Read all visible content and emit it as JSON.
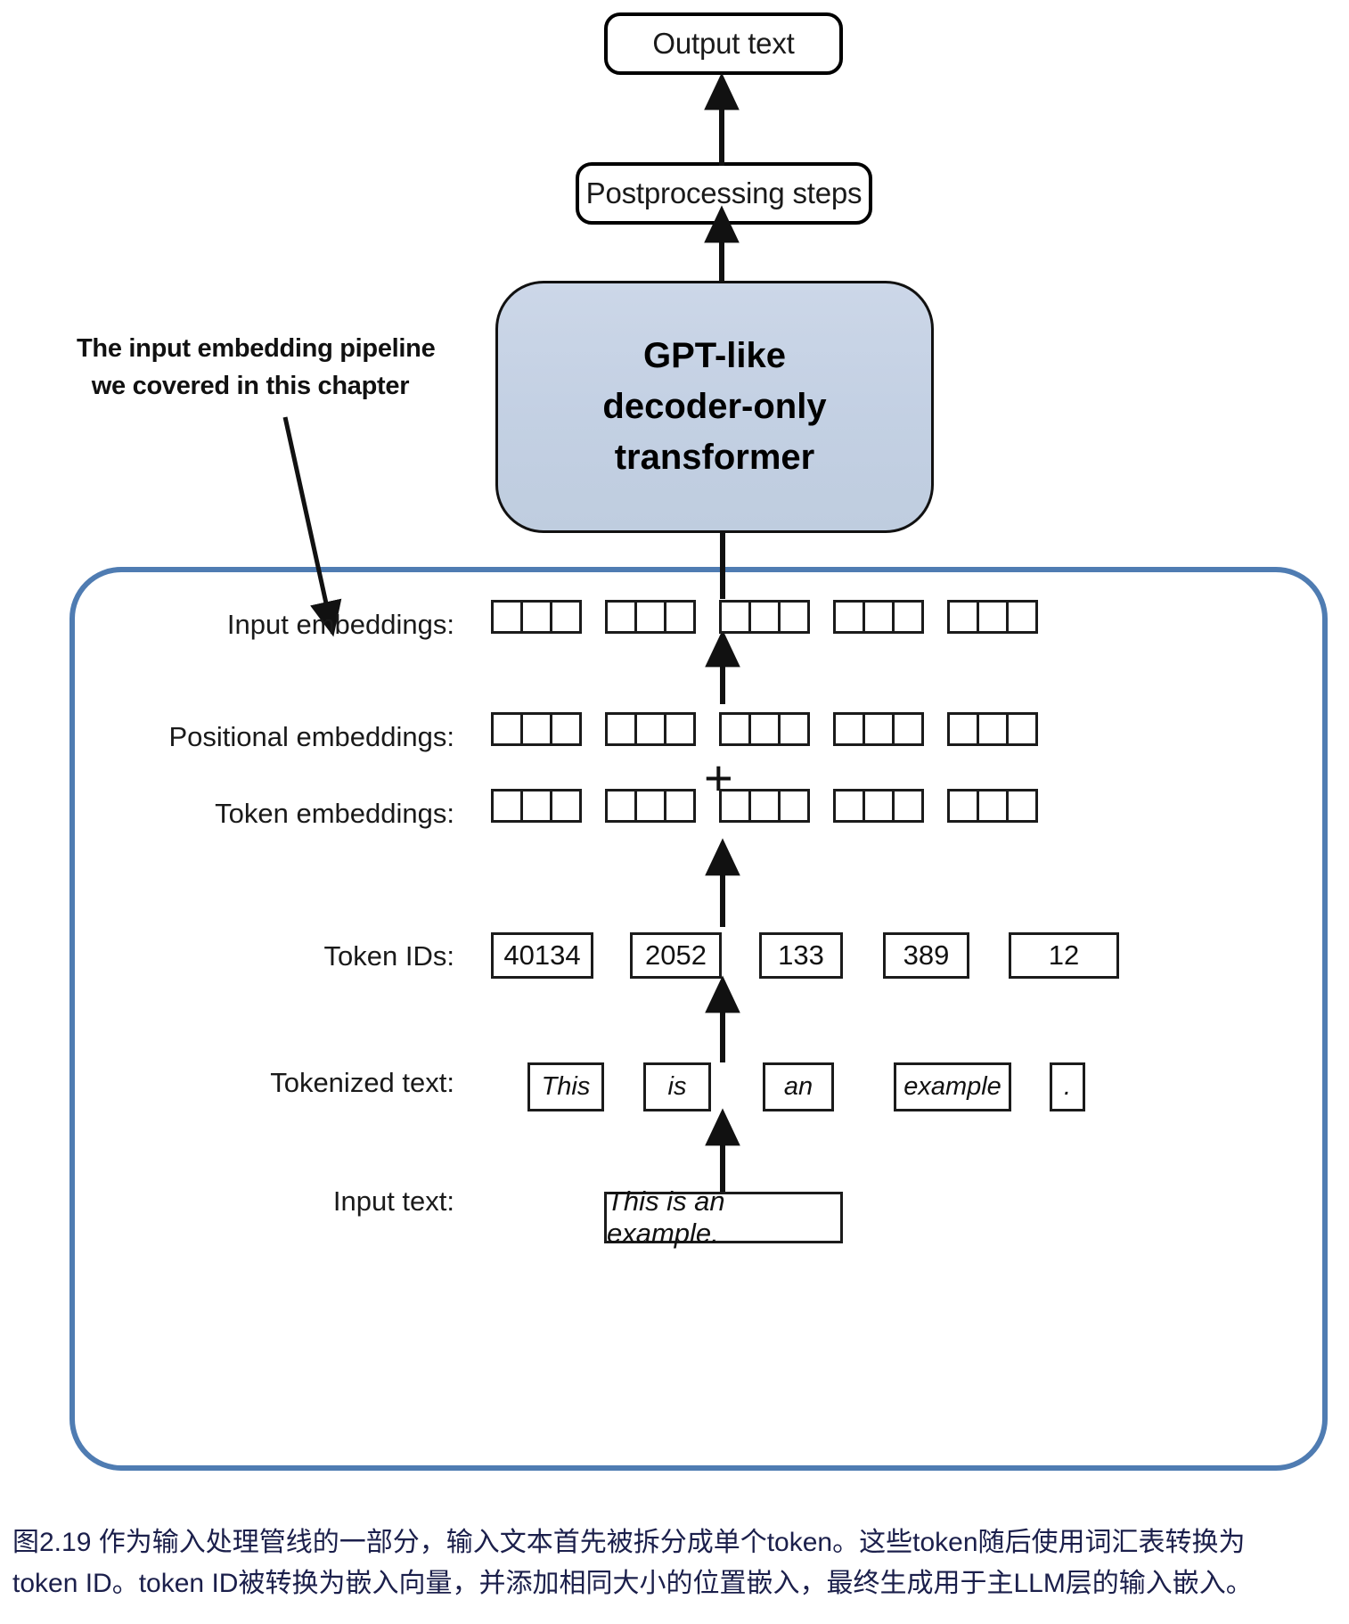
{
  "figure": {
    "output_box": {
      "label": "Output text"
    },
    "postprocessing_box": {
      "label": "Postprocessing steps"
    },
    "model_box": {
      "line1": "GPT-like",
      "line2": "decoder-only",
      "line3": "transformer",
      "fill_color": "#c6d2e4",
      "border_color": "#111111"
    },
    "pipeline_box": {
      "border_color": "#4f7cb2"
    },
    "annotation": {
      "line1": "The input embedding pipeline",
      "line2": "we covered in this chapter"
    },
    "rows": [
      {
        "id": "input-embeddings",
        "label": "Input embeddings:",
        "type": "cells",
        "groups": 5,
        "cells_per_group": 3
      },
      {
        "id": "positional-embeddings",
        "label": "Positional embeddings:",
        "type": "cells",
        "groups": 5,
        "cells_per_group": 3
      },
      {
        "id": "token-embeddings",
        "label": "Token embeddings:",
        "type": "cells",
        "groups": 5,
        "cells_per_group": 3
      },
      {
        "id": "token-ids",
        "label": "Token IDs:",
        "type": "values",
        "values": [
          "40134",
          "2052",
          "133",
          "389",
          "12"
        ]
      },
      {
        "id": "tokenized-text",
        "label": "Tokenized text:",
        "type": "values",
        "values": [
          "This",
          "is",
          "an",
          "example",
          "."
        ]
      },
      {
        "id": "input-text",
        "label": "Input text:",
        "type": "single",
        "values": [
          "This is an example."
        ]
      }
    ],
    "operators": {
      "plus": "+"
    }
  },
  "caption": {
    "line1": "图2.19 作为输入处理管线的一部分，输入文本首先被拆分成单个token。这些token随后使用词汇表转换为",
    "line2": "token ID。token ID被转换为嵌入向量，并添加相同大小的位置嵌入，最终生成用于主LLM层的输入嵌入。",
    "color": "#1b1f4b"
  }
}
